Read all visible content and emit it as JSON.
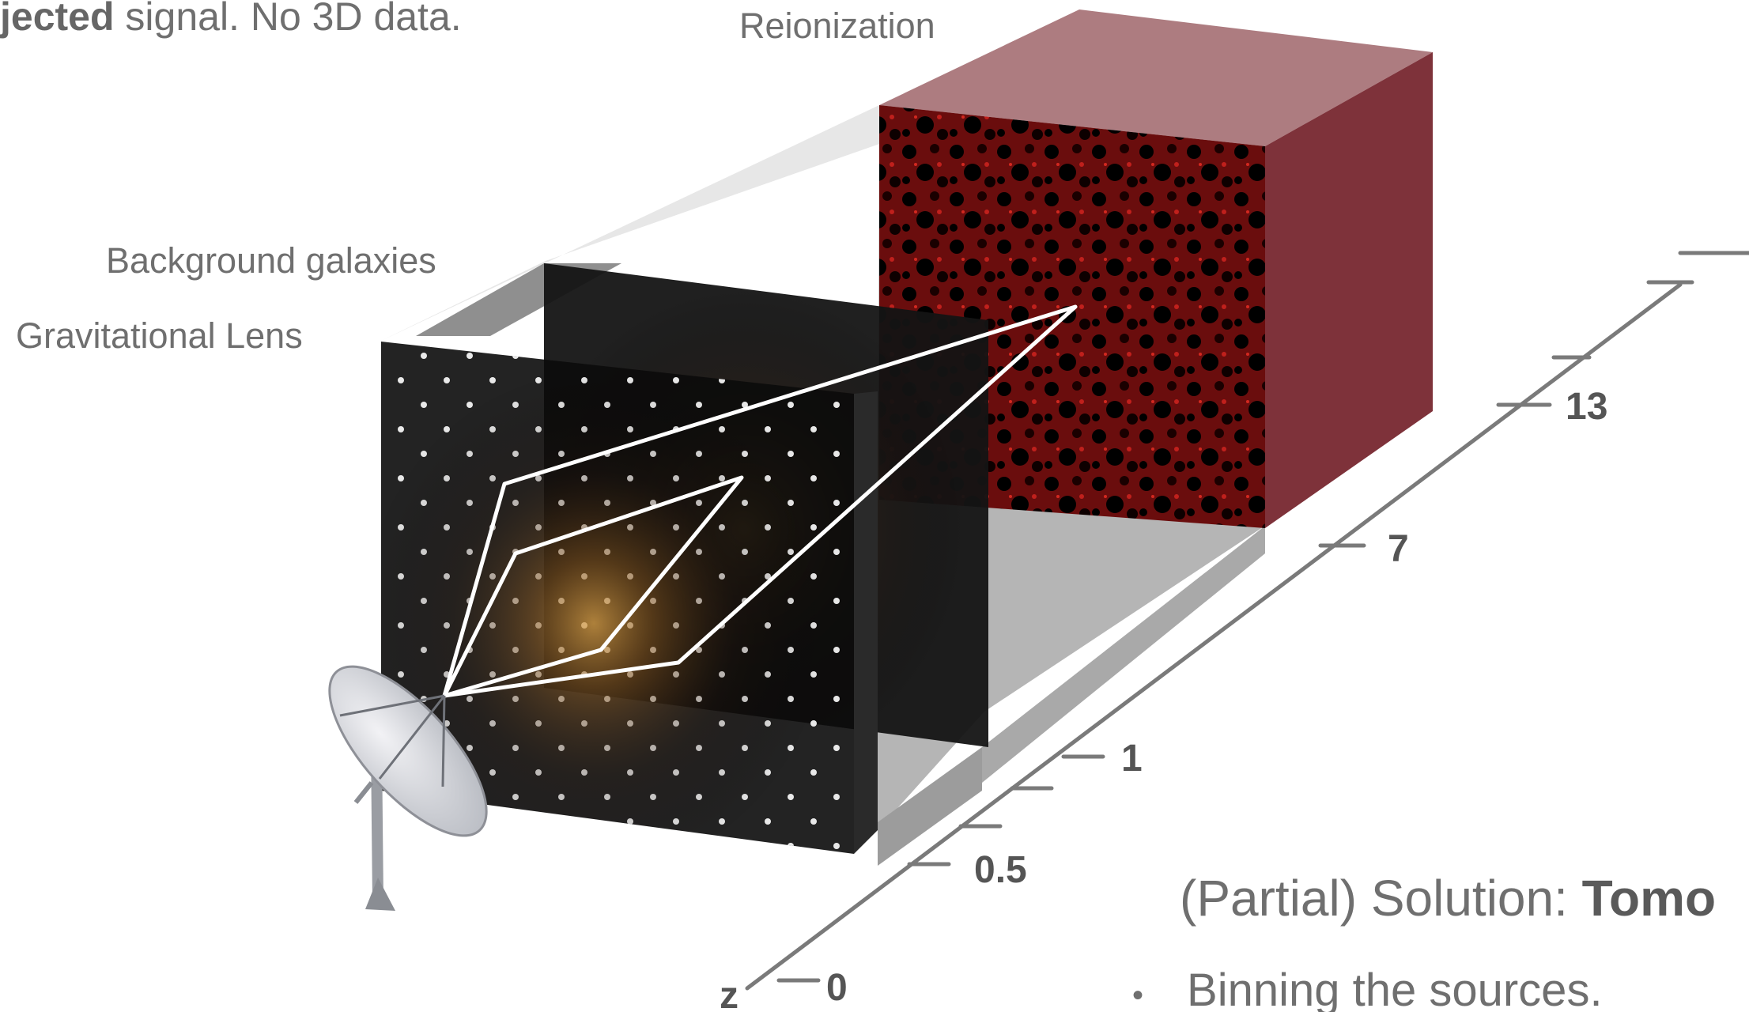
{
  "header": {
    "bold_part": "jected",
    "rest": " signal. No 3D data."
  },
  "labels": {
    "reionization": "Reionization",
    "background_galaxies": "Background galaxies",
    "gravitational_lens": "Gravitational Lens"
  },
  "axis": {
    "name": "z",
    "ticks": [
      "0",
      "0.5",
      "1",
      "7",
      "13"
    ]
  },
  "solution": {
    "prefix": "(Partial) Solution: ",
    "bold": "Tomo"
  },
  "bullets": [
    {
      "marker": "•",
      "text": "Binning the sources."
    }
  ],
  "colors": {
    "reionization_cube": "#8e3a44",
    "lens_panel": "#0b0b0b",
    "axis_line": "#7a7a7a",
    "ray_lines": "#ffffff",
    "text_gray": "#6f6f6f"
  }
}
